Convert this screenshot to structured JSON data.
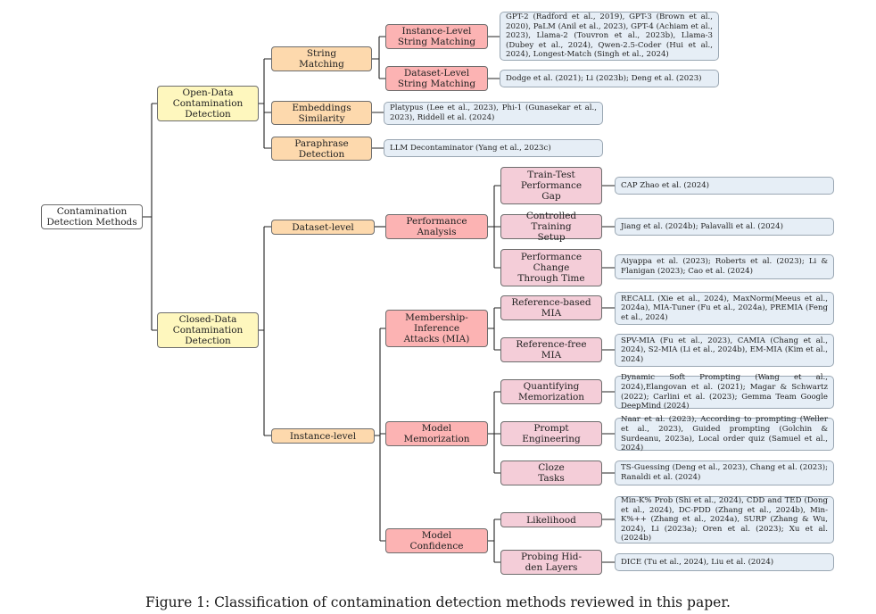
{
  "root": {
    "label": "Contamination\nDetection Methods"
  },
  "open": {
    "label": "Open-Data\nContamination\nDetection",
    "string_matching": {
      "label": "String\nMatching",
      "instance": {
        "label": "Instance-Level\nString Matching",
        "refs": "GPT-2 (Radford et al., 2019), GPT-3 (Brown et al., 2020), PaLM (Anil et al., 2023), GPT-4 (Achiam et al., 2023), Llama-2 (Touvron et al., 2023b), Llama-3 (Dubey et al., 2024), Qwen-2.5-Coder (Hui et al., 2024), Longest-Match (Singh et al., 2024)"
      },
      "dataset": {
        "label": "Dataset-Level\nString Matching",
        "refs": "Dodge et al. (2021); Li (2023b); Deng et al. (2023)"
      }
    },
    "embeddings": {
      "label": "Embeddings\nSimilarity",
      "refs": "Platypus (Lee et al., 2023), Phi-1 (Gunasekar et al., 2023), Riddell et al. (2024)"
    },
    "paraphrase": {
      "label": "Paraphrase\nDetection",
      "refs": "LLM Decontaminator (Yang et al., 2023c)"
    }
  },
  "closed": {
    "label": "Closed-Data\nContamination\nDetection",
    "dataset_level": {
      "label": "Dataset-level",
      "performance": {
        "label": "Performance\nAnalysis",
        "train_test": {
          "label": "Train-Test\nPerformance\nGap",
          "refs": "CAP Zhao et al. (2024)"
        },
        "controlled": {
          "label": "Controlled Training\nSetup",
          "refs": "Jiang et al. (2024b); Palavalli et al. (2024)"
        },
        "change": {
          "label": "Performance\nChange\nThrough Time",
          "refs": "Aiyappa et al. (2023); Roberts et al. (2023); Li & Flanigan (2023); Cao et al. (2024)"
        }
      }
    },
    "instance_level": {
      "label": "Instance-level",
      "mia": {
        "label": "Membership-\nInference\nAttacks (MIA)",
        "reference_based": {
          "label": "Reference-based\nMIA",
          "refs": "RECALL (Xie et al., 2024), MaxNorm(Meeus et al., 2024a), MIA-Tuner (Fu et al., 2024a), PREMIA (Feng et al., 2024)"
        },
        "reference_free": {
          "label": "Reference-free\nMIA",
          "refs": "SPV-MIA (Fu et al., 2023), CAMIA (Chang et al., 2024), S2-MIA (Li et al., 2024b), EM-MIA (Kim et al., 2024)"
        }
      },
      "memorization": {
        "label": "Model\nMemorization",
        "quantifying": {
          "label": "Quantifying\nMemorization",
          "refs": "Dynamic Soft Prompting (Wang et al., 2024),Elangovan et al. (2021); Magar & Schwartz (2022); Carlini et al. (2023); Gemma Team Google DeepMind (2024)"
        },
        "prompt": {
          "label": "Prompt\nEngineering",
          "refs": "Naar et al. (2023), According to prompting (Weller et al., 2023), Guided prompting (Golchin & Surdeanu, 2023a), Local order quiz (Samuel et al., 2024)"
        },
        "cloze": {
          "label": "Cloze\nTasks",
          "refs": "TS-Guessing (Deng et al., 2023), Chang et al. (2023); Ranaldi et al. (2024)"
        }
      },
      "confidence": {
        "label": "Model\nConfidence",
        "likelihood": {
          "label": "Likelihood",
          "refs": "Min-K% Prob (Shi et al., 2024), CDD and TED (Dong et al., 2024), DC-PDD (Zhang et al., 2024b), Min-K%++ (Zhang et al., 2024a), SURP (Zhang & Wu, 2024), Li (2023a); Oren et al. (2023); Xu et al. (2024b)"
        },
        "probing": {
          "label": "Probing Hid-\nden Layers",
          "refs": "DICE (Tu et al., 2024), Liu et al. (2024)"
        }
      }
    }
  },
  "caption": "Figure 1: Classification of contamination detection methods reviewed in this paper."
}
